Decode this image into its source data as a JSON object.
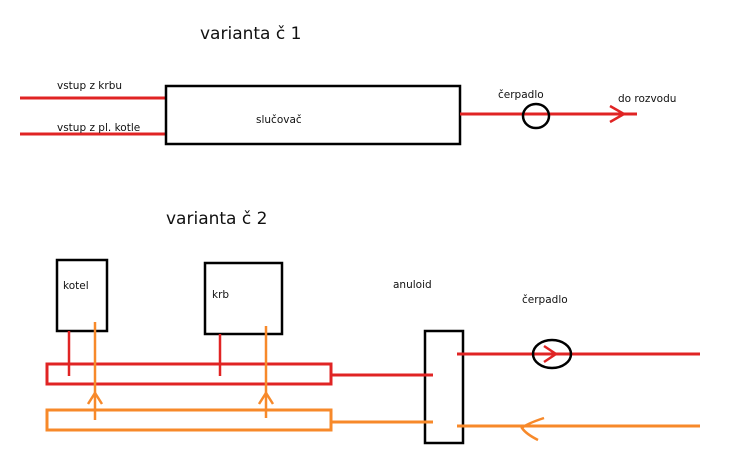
{
  "variant1": {
    "title": "varianta č 1",
    "input_krb": "vstup z krbu",
    "input_kotel": "vstup z pl. kotle",
    "mixer": "slučovač",
    "pump": "čerpadlo",
    "output": "do rozvodu"
  },
  "variant2": {
    "title": "varianta č 2",
    "boiler": "kotel",
    "fireplace": "krb",
    "anuloid": "anuloid",
    "pump": "čerpadlo"
  },
  "colors": {
    "supply": "#e02424",
    "return": "#f7892a",
    "outline": "#000000"
  }
}
